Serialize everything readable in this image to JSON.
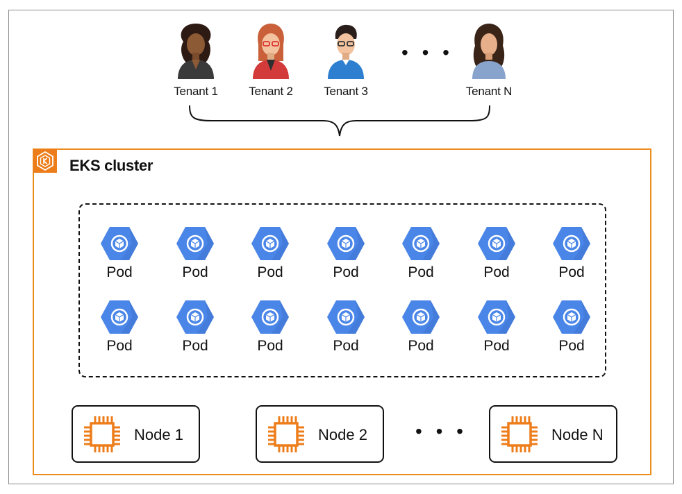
{
  "tenants": [
    {
      "label": "Tenant 1",
      "icon": "woman-curly-hair-icon"
    },
    {
      "label": "Tenant 2",
      "icon": "woman-glasses-icon"
    },
    {
      "label": "Tenant 3",
      "icon": "man-glasses-icon"
    },
    {
      "label": "Tenant N",
      "icon": "woman-long-hair-icon"
    }
  ],
  "tenant_ellipsis": "• • •",
  "cluster": {
    "title": "EKS cluster",
    "icon": "eks-icon",
    "border_color": "#ed8b1d"
  },
  "pod": {
    "label": "Pod",
    "icon": "pod-hexagon-icon",
    "color": "#4a86e8",
    "rows": 2,
    "per_row": 7
  },
  "nodes": [
    {
      "label": "Node 1",
      "icon": "chip-icon"
    },
    {
      "label": "Node 2",
      "icon": "chip-icon"
    },
    {
      "label": "Node N",
      "icon": "chip-icon"
    }
  ],
  "node_ellipsis": "• • •",
  "node_color": "#ed7d1a"
}
